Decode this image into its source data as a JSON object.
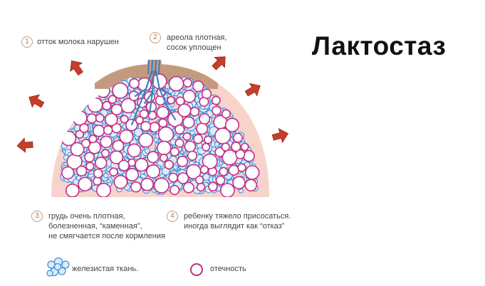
{
  "title": "Лактостаз",
  "notes": [
    {
      "num": "1",
      "lines": [
        "отток молока нарушен"
      ]
    },
    {
      "num": "2",
      "lines": [
        "ареола плотная,",
        "сосок уплощен"
      ]
    },
    {
      "num": "3",
      "lines": [
        "грудь очень плотная,",
        "болезненная, “каменная”,",
        "не смягчается после кормления"
      ]
    },
    {
      "num": "4",
      "lines": [
        "ребенку тяжело присосаться.",
        "иногда выглядит как “отказ”"
      ]
    }
  ],
  "legend": {
    "gland": "железистая ткань.",
    "edema": "отечность"
  },
  "colors": {
    "breast": "#f8d3cc",
    "areola": "#c49a7f",
    "duct": "#3f7fc0",
    "gland_fill": "#dcebf8",
    "gland_stroke": "#3b8fd4",
    "edema_fill": "#ffffff",
    "edema_stroke": "#c52e85",
    "arrow": "#c73d2a",
    "badge": "#c69a78"
  },
  "icons": {
    "gland": "gland-cluster-icon",
    "edema": "edema-circle-icon",
    "arrow": "outward-arrow-icon"
  }
}
